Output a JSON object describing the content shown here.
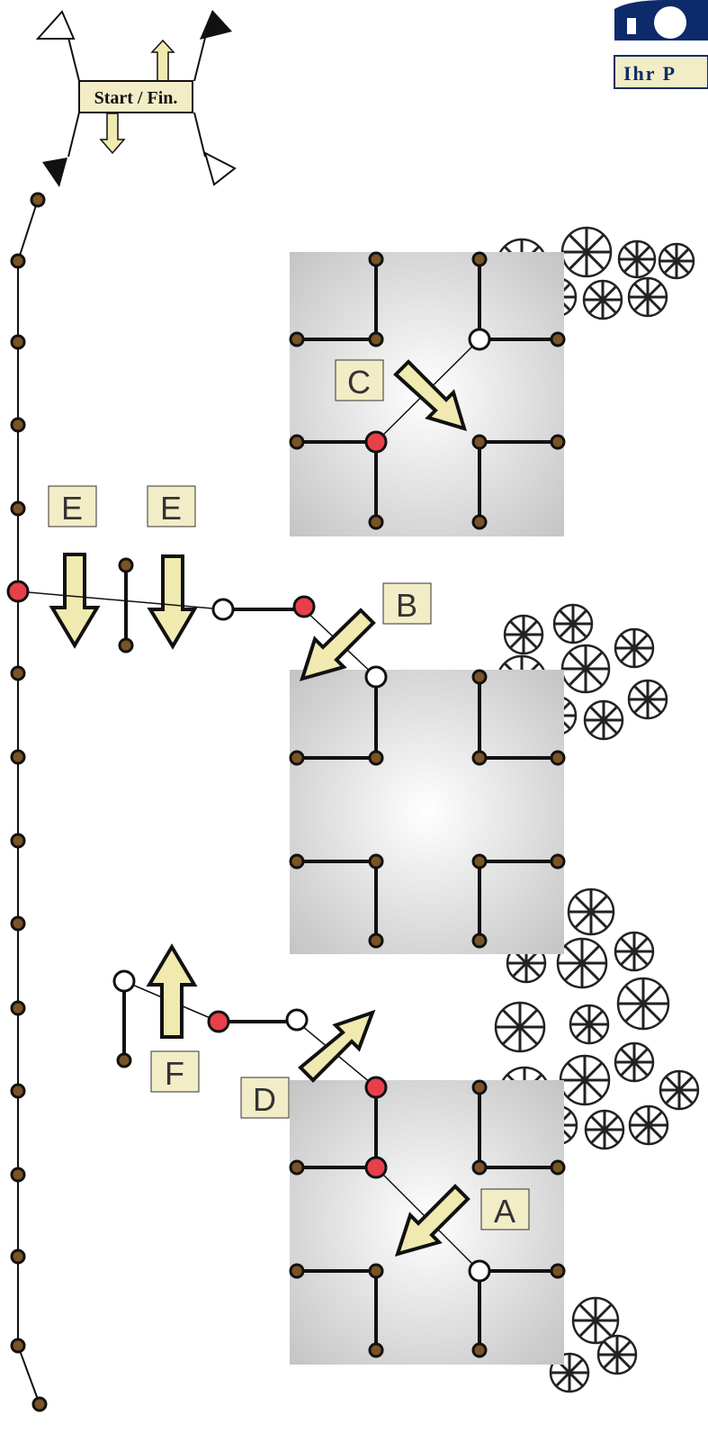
{
  "start_label": "Start / Fin.",
  "logo_text": "Ihr P",
  "station_labels": [
    "A",
    "B",
    "C",
    "D",
    "E",
    "E",
    "F"
  ],
  "colors": {
    "post": "#7a5424",
    "flag_red": "#e8404a",
    "flag_white": "#ffffff",
    "arrow_fill": "#f0eab0",
    "label_fill": "#f2edc6",
    "zone_grey": "#c8c8c8",
    "logo_blue": "#0d2a6b"
  }
}
